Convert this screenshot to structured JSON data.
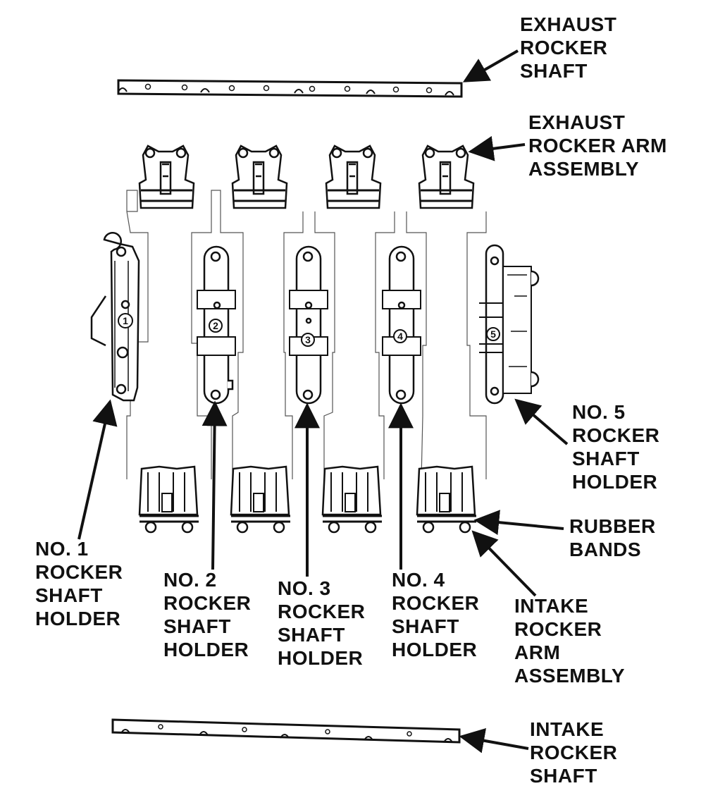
{
  "labels": {
    "exhaust_rocker_shaft": [
      "EXHAUST",
      "ROCKER",
      "SHAFT"
    ],
    "exhaust_rocker_arm_assembly": [
      "EXHAUST",
      "ROCKER ARM",
      "ASSEMBLY"
    ],
    "no5_rocker_shaft_holder": [
      "NO. 5",
      "ROCKER",
      "SHAFT",
      "HOLDER"
    ],
    "rubber_bands": [
      "RUBBER",
      "BANDS"
    ],
    "intake_rocker_arm_assembly": [
      "INTAKE",
      "ROCKER",
      "ARM",
      "ASSEMBLY"
    ],
    "no1_rocker_shaft_holder": [
      "NO. 1",
      "ROCKER",
      "SHAFT",
      "HOLDER"
    ],
    "no2_rocker_shaft_holder": [
      "NO. 2",
      "ROCKER",
      "SHAFT",
      "HOLDER"
    ],
    "no3_rocker_shaft_holder": [
      "NO. 3",
      "ROCKER",
      "SHAFT",
      "HOLDER"
    ],
    "no4_rocker_shaft_holder": [
      "NO. 4",
      "ROCKER",
      "SHAFT",
      "HOLDER"
    ],
    "intake_rocker_shaft": [
      "INTAKE",
      "ROCKER",
      "SHAFT"
    ]
  },
  "holder_numbers": [
    "1",
    "2",
    "3",
    "4",
    "5"
  ],
  "colors": {
    "line": "#111111",
    "background": "#ffffff"
  }
}
